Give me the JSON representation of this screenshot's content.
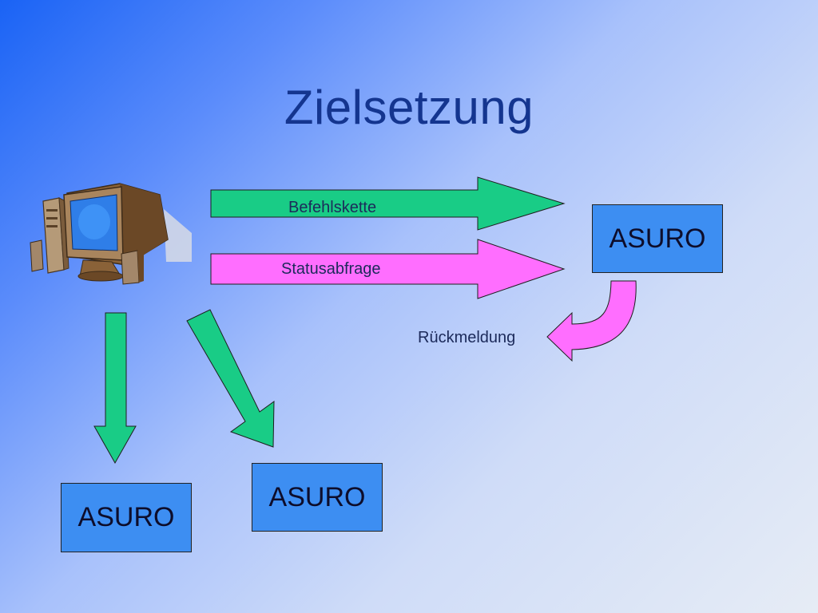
{
  "slide": {
    "title": "Zielsetzung"
  },
  "diagram": {
    "computer_icon": "desktop-computer-icon",
    "arrows": {
      "command_label": "Befehlskette",
      "status_label": "Statusabfrage",
      "feedback_label": "Rückmeldung"
    },
    "robots": {
      "right": "ASURO",
      "bottom_left": "ASURO",
      "bottom_middle": "ASURO"
    }
  },
  "colors": {
    "green_arrow": "#19cc86",
    "magenta_arrow": "#ff6eff",
    "box_fill": "#3d8ef2",
    "title": "#14358f"
  }
}
